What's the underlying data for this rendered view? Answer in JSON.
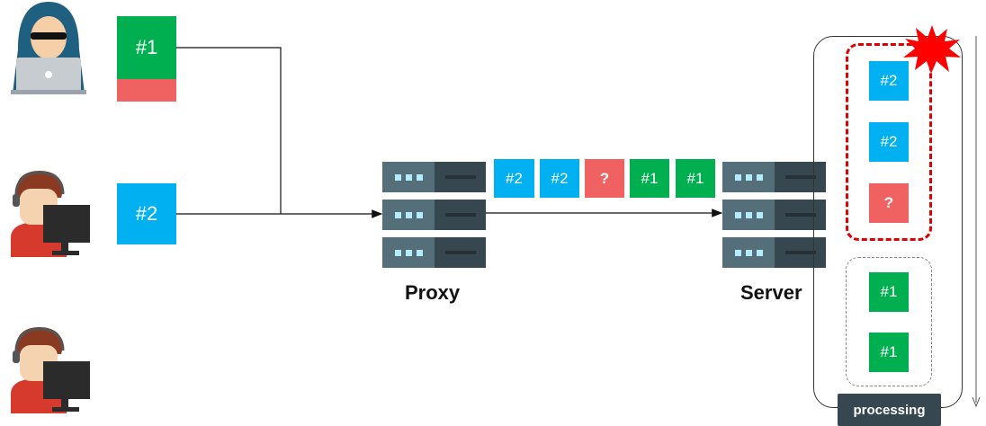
{
  "packets": {
    "hacker": {
      "label": "#1"
    },
    "user2": {
      "label": "#2"
    },
    "queue": [
      "#2",
      "#2",
      "?",
      "#1",
      "#1"
    ],
    "server_batch_top": [
      "#2",
      "#2",
      "?"
    ],
    "server_batch_bottom": [
      "#1",
      "#1"
    ]
  },
  "labels": {
    "proxy": "Proxy",
    "server": "Server",
    "processing": "processing"
  },
  "icons": {
    "attacker": "hooded-hacker-laptop-icon",
    "user": "user-at-computer-icon",
    "proxy": "server-rack-icon",
    "server": "server-rack-icon",
    "alert": "explosion-burst-icon"
  },
  "colors": {
    "packet_1": "#00b050",
    "packet_2": "#00b0f0",
    "packet_unknown": "#f06262",
    "alert": "#ff0000",
    "rack": "#37474f"
  }
}
